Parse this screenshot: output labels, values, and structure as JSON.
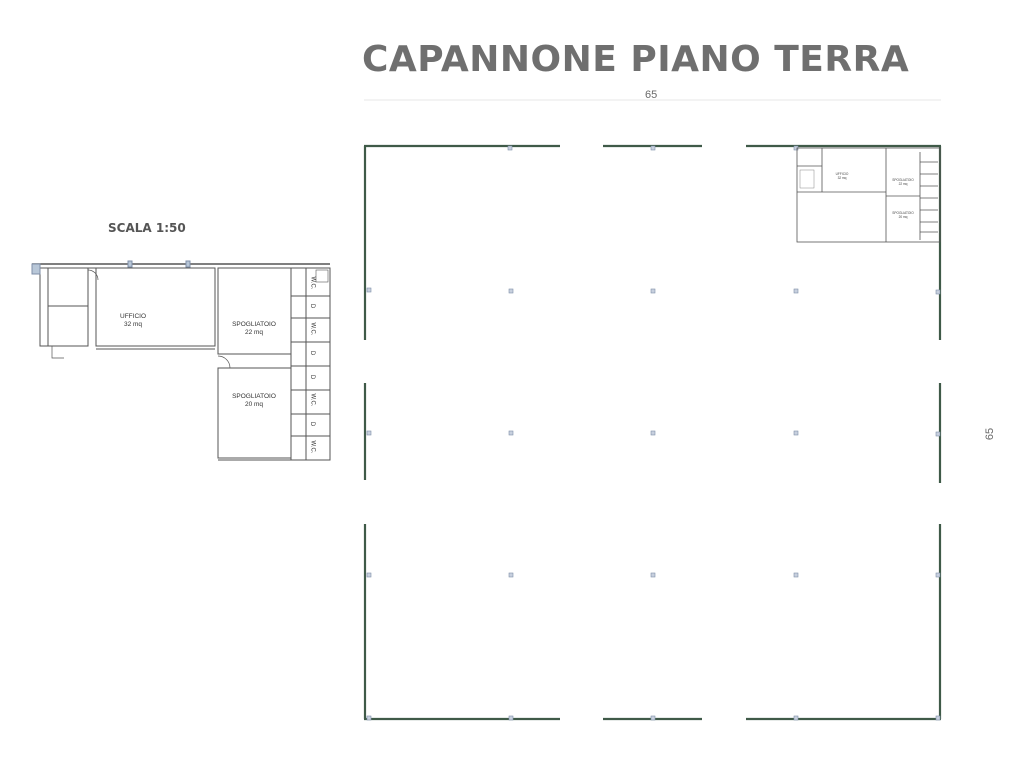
{
  "title": "CAPANNONE PIANO TERRA",
  "scale": "SCALA 1:50",
  "dimensions": {
    "top": "65",
    "right": "65"
  },
  "detail_plan": {
    "rooms": [
      {
        "name": "UFFICIO",
        "area": "32 mq"
      },
      {
        "name": "SPOGLIATOIO",
        "area": "22 mq"
      },
      {
        "name": "SPOGLIATOIO",
        "area": "20 mq"
      }
    ],
    "fixtures": [
      "W.C.",
      "D",
      "W.C.",
      "D",
      "D",
      "W.C.",
      "D",
      "W.C."
    ]
  },
  "mini_plan": {
    "rooms": [
      {
        "name": "UFFICIO",
        "area": "32 mq"
      },
      {
        "name": "SPOGLIATOIO",
        "area": "22 mq"
      },
      {
        "name": "SPOGLIATOIO",
        "area": "20 mq"
      }
    ]
  },
  "colors": {
    "wall": "#3f5a48",
    "title": "#6f6f6f",
    "column": "#8fa0b8"
  }
}
